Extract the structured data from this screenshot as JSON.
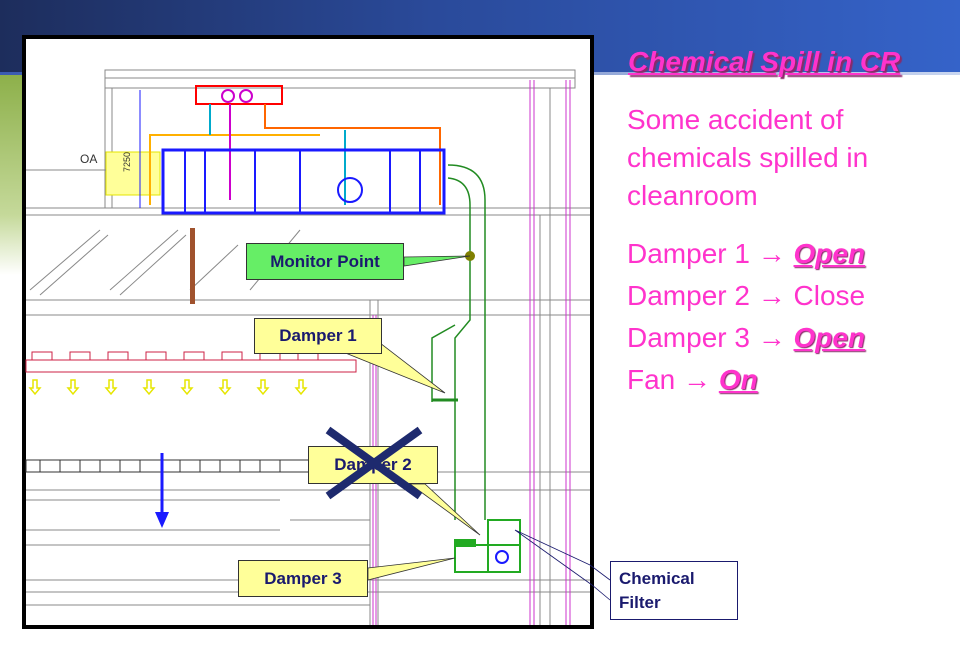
{
  "slide": {
    "title": "Chemical Spill in CR",
    "description_lines": [
      "Some accident of",
      "chemicals spilled in",
      "cleanroom"
    ],
    "actions": [
      {
        "item": "Damper 1",
        "arrow": "→",
        "state": "Open",
        "emphasized": true
      },
      {
        "item": "Damper 2",
        "arrow": "→",
        "state": "Close",
        "emphasized": false
      },
      {
        "item": "Damper 3",
        "arrow": "→",
        "state": "Open",
        "emphasized": true
      },
      {
        "item": "Fan",
        "arrow": "→",
        "state": "On",
        "emphasized": true
      }
    ]
  },
  "diagram": {
    "oa_label": "OA",
    "dimension_label": "7250",
    "callouts": {
      "monitor_point": "Monitor Point",
      "damper1": "Damper 1",
      "damper2": "Damper 2",
      "damper3": "Damper 3",
      "chemical_filter_line1": "Chemical",
      "chemical_filter_line2": "Filter"
    }
  },
  "colors": {
    "accent": "#ff33cc",
    "band": "#2a4a9a",
    "callout_text": "#1a1a6e"
  }
}
